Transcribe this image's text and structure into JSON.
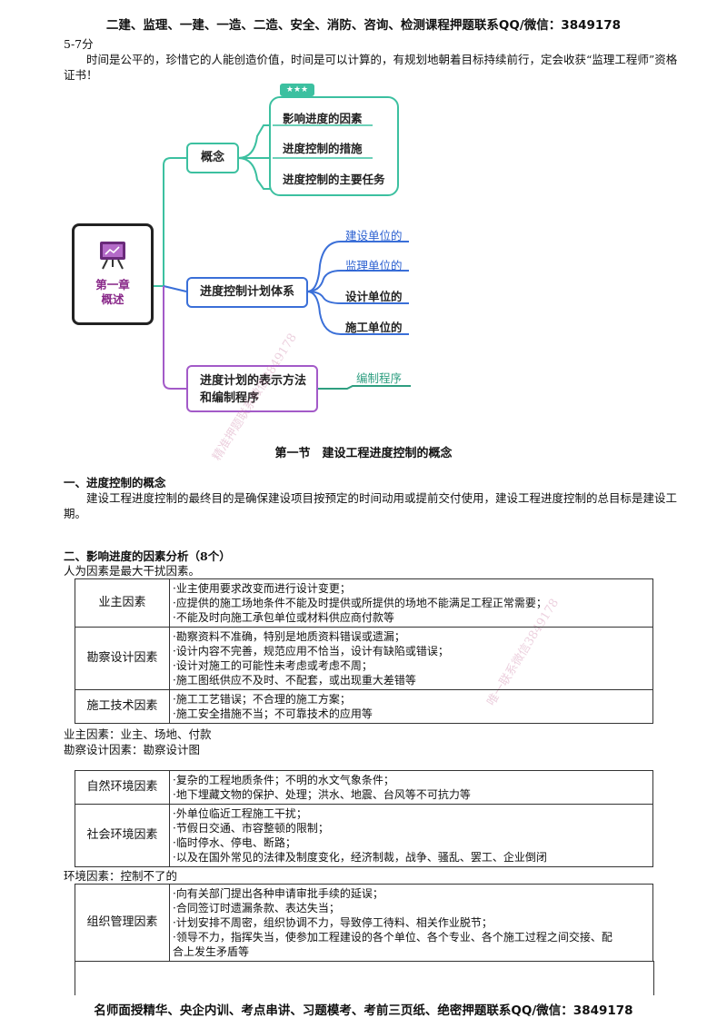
{
  "header": "二建、监理、一建、一造、二造、安全、消防、咨询、检测课程押题联系QQ/微信：3849178",
  "footer": "名师面授精华、央企内训、考点串讲、习题模考、考前三页纸、绝密押题联系QQ/微信：3849178",
  "score": "5-7分",
  "intro": "时间是公平的，珍惜它的人能创造价值，时间是可以计算的，有规划地朝着目标持续前行，定会收获“监理工程师”资格证书！",
  "mindmap": {
    "root_line1": "第一章",
    "root_line2": "概述",
    "badge": "★★★",
    "branches": [
      {
        "label": "概念",
        "children": [
          "影响进度的因素",
          "进度控制的措施",
          "进度控制的主要任务"
        ]
      },
      {
        "label": "进度控制计划体系",
        "children": [
          "建设单位的",
          "监理单位的",
          "设计单位的",
          "施工单位的"
        ]
      },
      {
        "label_line1": "进度计划的表示方法",
        "label_line2": "和编制程序",
        "children": [
          "编制程序"
        ]
      }
    ],
    "colors": {
      "teal": "#3cc0a0",
      "blue": "#3a6fd8",
      "purple": "#a35ac8",
      "green": "#2e9e80"
    }
  },
  "watermarks": [
    "精准押题联系微信3849178",
    "唯一联系微信3849178"
  ],
  "section_title": "第一节　建设工程进度控制的概念",
  "h1": "一、进度控制的概念",
  "p1": "建设工程进度控制的最终目的是确保建设项目按预定的时间动用或提前交付使用，建设工程进度控制的总目标是建设工期。",
  "h2": "二、影响进度的因素分析（8个）",
  "note0": "人为因素是最大干扰因素。",
  "table1": [
    {
      "name": "业主因素",
      "items": [
        "·业主使用要求改变而进行设计变更；",
        "·应提供的施工场地条件不能及时提供或所提供的场地不能满足工程正常需要；",
        "·不能及时向施工承包单位或材料供应商付款等"
      ]
    },
    {
      "name": "勘察设计因素",
      "items": [
        "·勘察资料不准确，特别是地质资料错误或遗漏；",
        "·设计内容不完善，规范应用不恰当，设计有缺陷或错误；",
        "·设计对施工的可能性未考虑或考虑不周；",
        "·施工图纸供应不及时、不配套，或出现重大差错等"
      ]
    },
    {
      "name": "施工技术因素",
      "items": [
        "·施工工艺错误；不合理的施工方案；",
        "·施工安全措施不当；不可靠技术的应用等"
      ]
    }
  ],
  "note1": "业主因素：业主、场地、付款",
  "note2": "勘察设计因素：勘察设计图",
  "table2": [
    {
      "name": "自然环境因素",
      "items": [
        "·复杂的工程地质条件；不明的水文气象条件；",
        "·地下埋藏文物的保护、处理；洪水、地震、台风等不可抗力等"
      ]
    },
    {
      "name": "社会环境因素",
      "items": [
        "·外单位临近工程施工干扰；",
        "·节假日交通、市容整顿的限制；",
        "·临时停水、停电、断路；",
        "·以及在国外常见的法律及制度变化，经济制裁，战争、骚乱、罢工、企业倒闭"
      ]
    }
  ],
  "note3": "环境因素：控制不了的",
  "table3": [
    {
      "name": "组织管理因素",
      "items": [
        "·向有关部门提出各种申请审批手续的延误；",
        "·合同签订时遗漏条款、表达失当；",
        "·计划安排不周密，组织协调不力，导致停工待料、相关作业脱节；",
        "·领导不力，指挥失当，使参加工程建设的各个单位、各个专业、各个施工过程之间交接、配",
        "合上发生矛盾等"
      ]
    }
  ]
}
